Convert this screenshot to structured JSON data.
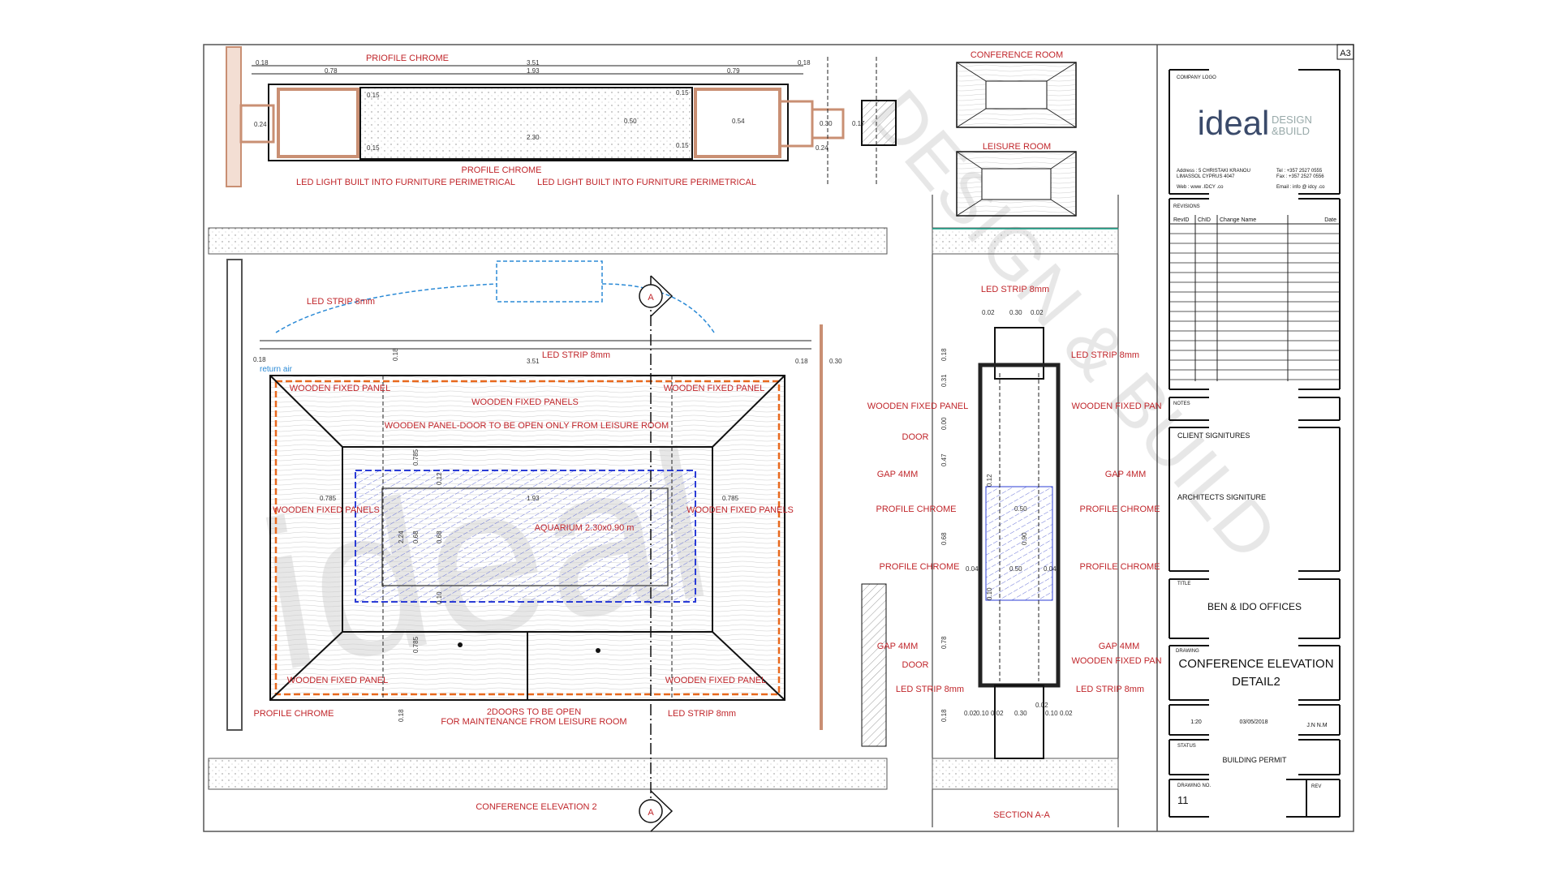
{
  "sheet": {
    "size": "A3"
  },
  "top_plan": {
    "labels": [
      "PRIOFILE CHROME",
      "PROFILE CHROME",
      "LED LIGHT BUILT INTO FURNITURE PERIMETRICAL",
      "LED LIGHT BUILT INTO FURNITURE PERIMETRICAL"
    ],
    "dims": [
      "0.18",
      "3.51",
      "0.18",
      "0.78",
      "1.93",
      "0.79",
      "0.15",
      "0.15",
      "0.15",
      "0.15",
      "2.30",
      "0.50",
      "0.54",
      "0.24",
      "0.30",
      "0.17",
      "0.24"
    ]
  },
  "thumbnails": {
    "conference": "CONFERENCE ROOM",
    "leisure": "LEISURE ROOM"
  },
  "elevation": {
    "title": "CONFERENCE ELEVATION 2",
    "section_marker": "A",
    "return_air": "return air",
    "labels": [
      "LED STRIP 8mm",
      "LED STRIP 8mm",
      "WOODEN FIXED PANEL",
      "WOODEN FIXED PANEL",
      "WOODEN FIXED PANELS",
      "WOODEN PANEL-DOOR TO BE OPEN ONLY FROM LEISURE ROOM",
      "WOODEN FIXED PANELS",
      "WOODEN FIXED PANELS",
      "AQUARIUM 2.30x0.90 m",
      "WOODEN FIXED PANEL",
      "WOODEN FIXED PANEL",
      "PROFILE CHROME",
      "2DOORS TO BE OPEN",
      "FOR MAINTENANCE FROM LEISURE ROOM",
      "LED STRIP 8mm"
    ],
    "dims": [
      "0.18",
      "3.51",
      "0.18",
      "0.30",
      "0.18",
      "1.93",
      "0.785",
      "0.785",
      "2.24",
      "0.68",
      "0.68",
      "0.12",
      "0.10",
      "0.785",
      "0.18",
      "0.785"
    ]
  },
  "section": {
    "title": "SECTION A-A",
    "left_labels": [
      "WOODEN FIXED PANEL",
      "DOOR",
      "GAP 4MM",
      "PROFILE CHROME",
      "PROFILE CHROME",
      "GAP 4MM",
      "DOOR",
      "LED STRIP 8mm"
    ],
    "right_labels": [
      "LED STRIP 8mm",
      "LED STRIP 8mm",
      "WOODEN FIXED PAN",
      "GAP 4MM",
      "PROFILE CHROME",
      "PROFILE CHROME",
      "GAP 4MM",
      "WOODEN FIXED PAN",
      "LED STRIP 8mm"
    ],
    "dims": [
      "0.02",
      "0.30",
      "0.02",
      "0.18",
      "0.31",
      "0.00",
      "0.47",
      "0.12",
      "0.50",
      "0.68",
      "0.90",
      "0.04",
      "0.50",
      "0.04",
      "0.10",
      "0.78",
      "0.18",
      "0.02",
      "0.10",
      "0.02",
      "0.30",
      "0.02",
      "0.10",
      "0.02"
    ]
  },
  "title_block": {
    "company_logo_label": "COMPANY LOGO",
    "logo": {
      "main": "ideal",
      "sub1": "DESIGN",
      "sub2": "&BUILD"
    },
    "address1": "Address : 5 CHRISTAKI KRANOU",
    "address2": "LIMASSOL CYPRUS 4047",
    "web": "Web : www .IDCY .co",
    "tel": "Tel : +357  2527  0555",
    "fax": "Fax : +357  2527  0556",
    "email": "Email : info @ idcy .co",
    "revisions_label": "REVISIONS",
    "revision_headers": [
      "RevID",
      "ChID",
      "Change Name",
      "Date"
    ],
    "notes_label": "NOTES",
    "client_signature": "CLIENT SIGNITURES",
    "architect_signature": "ARCHITECTS SIGNITURE",
    "title_label": "TITLE",
    "title": "BEN & IDO OFFICES",
    "drawing_label": "DRAWING",
    "drawing_line1": "CONFERENCE ELEVATION",
    "drawing_line2": "DETAIL2",
    "scale": "1:20",
    "date": "03/05/2018",
    "drawn_by": "J.N N.M",
    "status_label": "STATUS",
    "status": "BUILDING PERMIT",
    "drawing_no_label": "DRAWING NO.",
    "drawing_no": "11",
    "rev_label": "REV"
  },
  "watermark": {
    "text": "ideal",
    "sub": "DESIGN & BUILD"
  },
  "colors": {
    "label_red": "#c0262b",
    "aquarium_blue": "#2b3cd6",
    "led_orange": "#e8691e",
    "wood_brown": "#c98f73"
  }
}
